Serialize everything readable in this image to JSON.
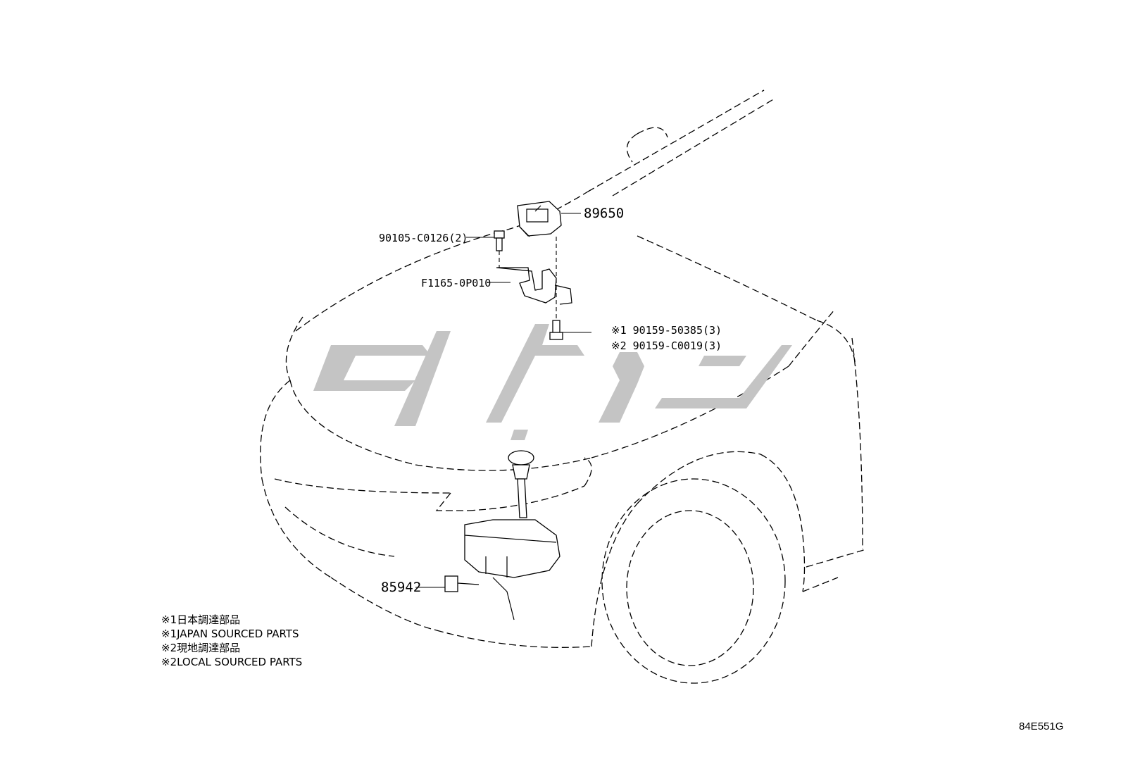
{
  "callouts": {
    "sensor": "89650",
    "bolt_a": "90105-C0126(2)",
    "bracket": "F1165-0P010",
    "bolt_b1": "※1 90159-50385(3)",
    "bolt_b2": "※2 90159-C0019(3)",
    "washer": "85942"
  },
  "notes": [
    "※1日本調達部品",
    "※1JAPAN SOURCED PARTS",
    "※2現地調達部品",
    "※2LOCAL SOURCED PARTS"
  ],
  "diagram_code": "84E551G",
  "watermark": {
    "color": "#c4c4c4",
    "logo": "persian-logo-watermark"
  }
}
